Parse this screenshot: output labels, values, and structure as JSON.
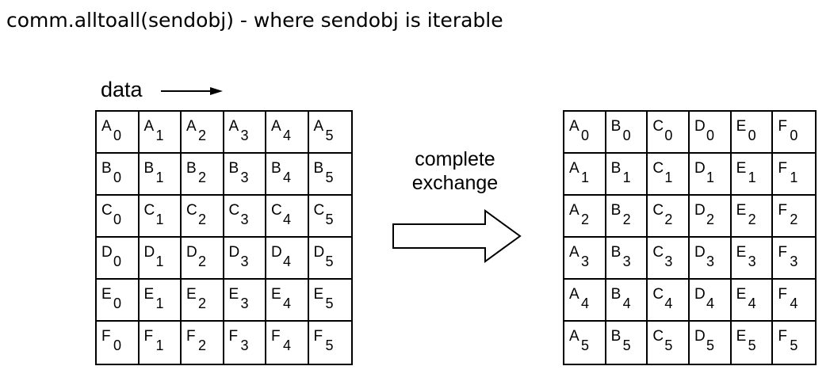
{
  "title": "comm.alltoall(sendobj) - where sendobj is iterable",
  "data_label": "data",
  "exchange_label": [
    "complete",
    "exchange"
  ],
  "left_grid": [
    [
      [
        "A",
        "0"
      ],
      [
        "A",
        "1"
      ],
      [
        "A",
        "2"
      ],
      [
        "A",
        "3"
      ],
      [
        "A",
        "4"
      ],
      [
        "A",
        "5"
      ]
    ],
    [
      [
        "B",
        "0"
      ],
      [
        "B",
        "1"
      ],
      [
        "B",
        "2"
      ],
      [
        "B",
        "3"
      ],
      [
        "B",
        "4"
      ],
      [
        "B",
        "5"
      ]
    ],
    [
      [
        "C",
        "0"
      ],
      [
        "C",
        "1"
      ],
      [
        "C",
        "2"
      ],
      [
        "C",
        "3"
      ],
      [
        "C",
        "4"
      ],
      [
        "C",
        "5"
      ]
    ],
    [
      [
        "D",
        "0"
      ],
      [
        "D",
        "1"
      ],
      [
        "D",
        "2"
      ],
      [
        "D",
        "3"
      ],
      [
        "D",
        "4"
      ],
      [
        "D",
        "5"
      ]
    ],
    [
      [
        "E",
        "0"
      ],
      [
        "E",
        "1"
      ],
      [
        "E",
        "2"
      ],
      [
        "E",
        "3"
      ],
      [
        "E",
        "4"
      ],
      [
        "E",
        "5"
      ]
    ],
    [
      [
        "F",
        "0"
      ],
      [
        "F",
        "1"
      ],
      [
        "F",
        "2"
      ],
      [
        "F",
        "3"
      ],
      [
        "F",
        "4"
      ],
      [
        "F",
        "5"
      ]
    ]
  ],
  "right_grid": [
    [
      [
        "A",
        "0"
      ],
      [
        "B",
        "0"
      ],
      [
        "C",
        "0"
      ],
      [
        "D",
        "0"
      ],
      [
        "E",
        "0"
      ],
      [
        "F",
        "0"
      ]
    ],
    [
      [
        "A",
        "1"
      ],
      [
        "B",
        "1"
      ],
      [
        "C",
        "1"
      ],
      [
        "D",
        "1"
      ],
      [
        "E",
        "1"
      ],
      [
        "F",
        "1"
      ]
    ],
    [
      [
        "A",
        "2"
      ],
      [
        "B",
        "2"
      ],
      [
        "C",
        "2"
      ],
      [
        "D",
        "2"
      ],
      [
        "E",
        "2"
      ],
      [
        "F",
        "2"
      ]
    ],
    [
      [
        "A",
        "3"
      ],
      [
        "B",
        "3"
      ],
      [
        "C",
        "3"
      ],
      [
        "D",
        "3"
      ],
      [
        "E",
        "3"
      ],
      [
        "F",
        "3"
      ]
    ],
    [
      [
        "A",
        "4"
      ],
      [
        "B",
        "4"
      ],
      [
        "C",
        "4"
      ],
      [
        "D",
        "4"
      ],
      [
        "E",
        "4"
      ],
      [
        "F",
        "4"
      ]
    ],
    [
      [
        "A",
        "5"
      ],
      [
        "B",
        "5"
      ],
      [
        "C",
        "5"
      ],
      [
        "D",
        "5"
      ],
      [
        "E",
        "5"
      ],
      [
        "F",
        "5"
      ]
    ]
  ]
}
